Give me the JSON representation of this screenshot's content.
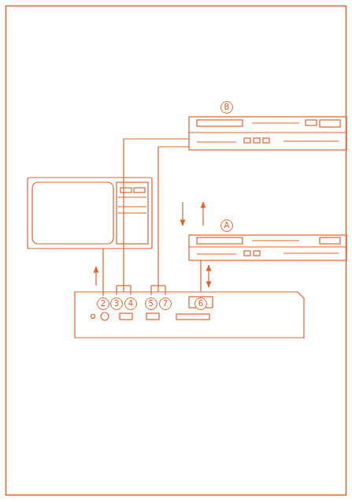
{
  "diagram": {
    "nodes": [
      {
        "text": [
          "B"
        ]
      },
      {
        "text": [
          "A"
        ]
      },
      {
        "text": [
          "2",
          "3",
          "4",
          "5",
          "7",
          "6"
        ]
      }
    ],
    "edges": [
      {
        "from": 0,
        "to": 2,
        "arrow": "to"
      },
      {
        "from": 2,
        "to": 0,
        "arrow": "to"
      },
      {
        "from": 1,
        "to": 2,
        "arrow": "both"
      }
    ]
  }
}
